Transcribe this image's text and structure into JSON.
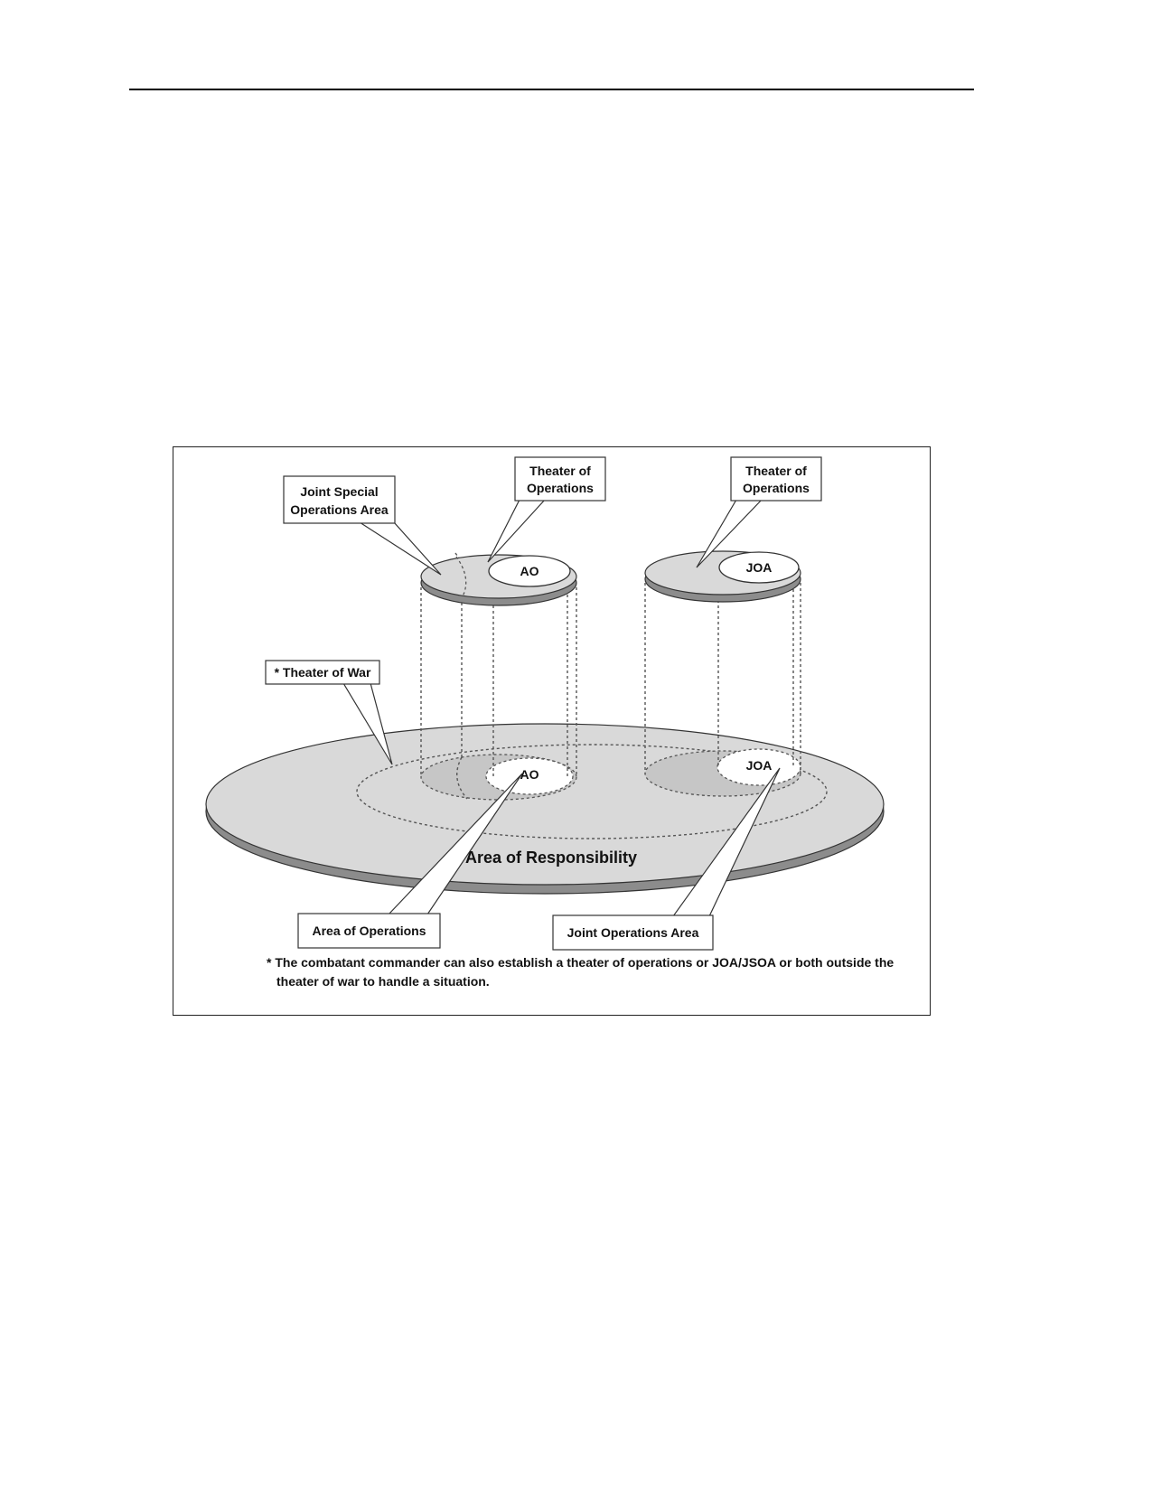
{
  "callouts": {
    "jsoa": [
      "Joint Special",
      "Operations Area"
    ],
    "theater_ops_left": [
      "Theater of",
      "Operations"
    ],
    "theater_ops_right": [
      "Theater of",
      "Operations"
    ],
    "theater_war": "* Theater of War",
    "area_of_operations": "Area of Operations",
    "joint_operations_area": "Joint Operations Area"
  },
  "labels": {
    "ao_top": "AO",
    "joa_top": "JOA",
    "ao_base": "AO",
    "joa_base": "JOA",
    "aor": "Area of Responsibility"
  },
  "footnote": [
    "* The combatant commander can also establish a theater of operations or JOA/JSOA or both outside the",
    "theater of war to handle a situation."
  ],
  "colors": {
    "fill": "#d9d9d9",
    "rim": "#8c8c8c",
    "line": "#333333",
    "dashed": "#555555"
  }
}
